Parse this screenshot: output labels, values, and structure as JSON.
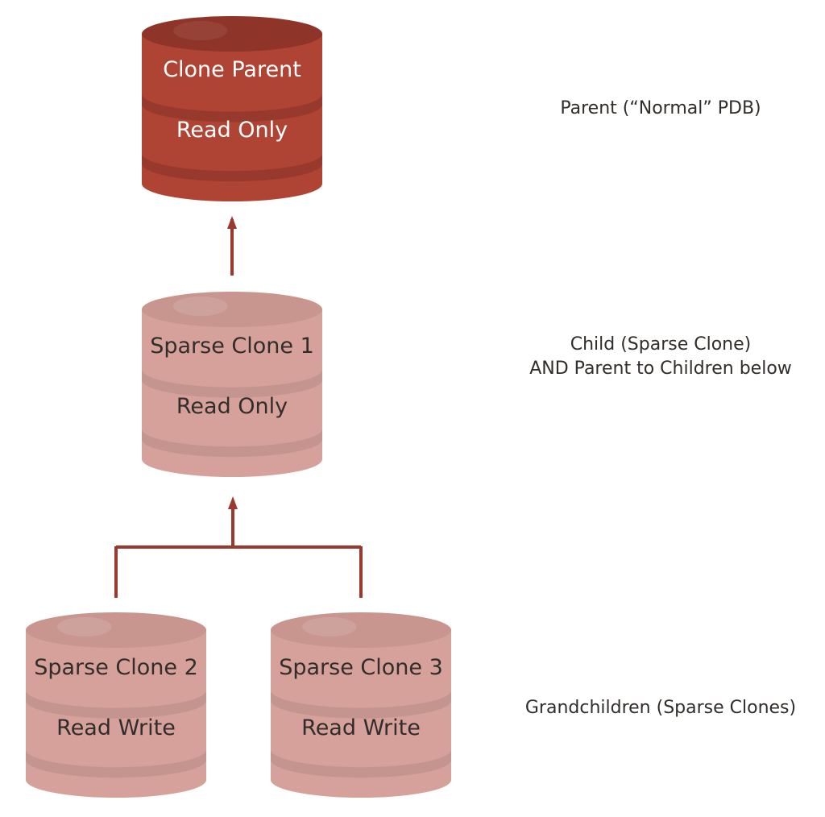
{
  "colors": {
    "dark_body": "#b04434",
    "dark_top": "#8f3428",
    "dark_band": "#973a2d",
    "dark_text": "#ffffff",
    "light_body": "#d6a19b",
    "light_top": "#c8968f",
    "light_band": "#c4958f",
    "light_text": "#312d2a",
    "connector": "#9a3a2e",
    "side_text": "#312d2a"
  },
  "nodes": [
    {
      "id": "clone-parent",
      "title": "Clone Parent",
      "mode": "Read Only",
      "style": "dark"
    },
    {
      "id": "sparse-clone-1",
      "title": "Sparse Clone 1",
      "mode": "Read Only",
      "style": "light"
    },
    {
      "id": "sparse-clone-2",
      "title": "Sparse Clone 2",
      "mode": "Read Write",
      "style": "light"
    },
    {
      "id": "sparse-clone-3",
      "title": "Sparse Clone 3",
      "mode": "Read Write",
      "style": "light"
    }
  ],
  "edges": [
    {
      "from": "sparse-clone-1",
      "to": "clone-parent"
    },
    {
      "from": "sparse-clone-2",
      "to": "sparse-clone-1"
    },
    {
      "from": "sparse-clone-3",
      "to": "sparse-clone-1"
    }
  ],
  "side_labels": {
    "parent": "Parent (“Normal” PDB)",
    "child_line1": "Child (Sparse Clone)",
    "child_line2": "AND Parent to Children below",
    "grandchildren": "Grandchildren (Sparse Clones)"
  }
}
